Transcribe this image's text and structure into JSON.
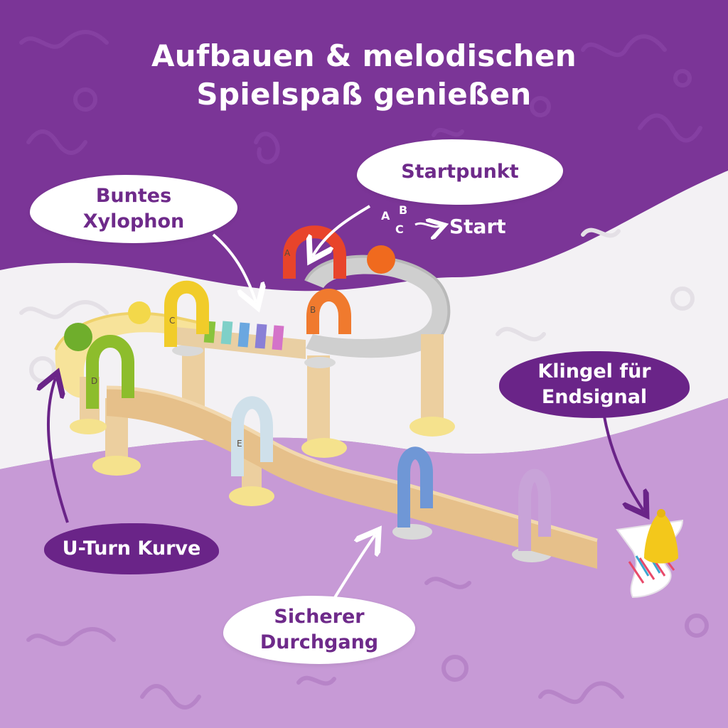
{
  "headline": {
    "line1": "Aufbauen & melodischen",
    "line2": "Spielspaß genießen"
  },
  "callouts": {
    "xylophon": {
      "line1": "Buntes",
      "line2": "Xylophon"
    },
    "startpunkt": {
      "label": "Startpunkt"
    },
    "start_sequence": {
      "a": "A",
      "b": "B",
      "c": "C",
      "start": "Start"
    },
    "klingel": {
      "line1": "Klingel für",
      "line2": "Endsignal"
    },
    "uturn": {
      "label": "U-Turn Kurve"
    },
    "durchgang": {
      "line1": "Sicherer",
      "line2": "Durchgang"
    }
  },
  "colors": {
    "purple_dark": "#7b3597",
    "purple_light": "#c79ad6",
    "white_band": "#f3f1f4",
    "bubble_text": "#6e2a8a",
    "bubble_purple": "#6a2488"
  },
  "product": {
    "arches": [
      {
        "letter": "A",
        "color": "#e8442a"
      },
      {
        "letter": "B",
        "color": "#f07a2e"
      },
      {
        "letter": "C",
        "color": "#f1cc2a"
      },
      {
        "letter": "D",
        "color": "#8dbd2c"
      },
      {
        "letter": "E",
        "color": "#cfe0ea"
      },
      {
        "letter": "",
        "color": "#6f97d6"
      },
      {
        "letter": "",
        "color": "#c8a3d8"
      }
    ],
    "xylophone_bars": [
      "#89c43c",
      "#7fd0c8",
      "#6aa7e0",
      "#8a7fd6",
      "#d473c9",
      "#c57ad0"
    ],
    "balls": [
      "#f06a1e",
      "#f3d84a",
      "#6fae2c"
    ],
    "bell_color": "#f3c81b"
  }
}
